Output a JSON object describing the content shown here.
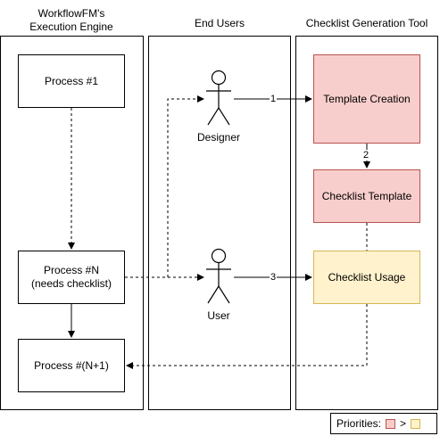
{
  "lanes": {
    "engine_title_line1": "WorkflowFM's",
    "engine_title_line2": "Execution Engine",
    "users_title": "End Users",
    "tool_title": "Checklist Generation Tool"
  },
  "nodes": {
    "process1": "Process #1",
    "processN_line1": "Process #N",
    "processN_line2": "(needs checklist)",
    "processN1": "Process #(N+1)",
    "designer": "Designer",
    "user": "User",
    "template_creation": "Template Creation",
    "checklist_template": "Checklist Template",
    "checklist_usage": "Checklist Usage"
  },
  "edges": {
    "step1": "1",
    "step2": "2",
    "step3": "3"
  },
  "legend": {
    "label": "Priorities:",
    "relation": ">"
  },
  "colors": {
    "high_priority_fill": "#f8cecc",
    "high_priority_stroke": "#b85450",
    "low_priority_fill": "#fff2cc",
    "low_priority_stroke": "#d6b656"
  }
}
